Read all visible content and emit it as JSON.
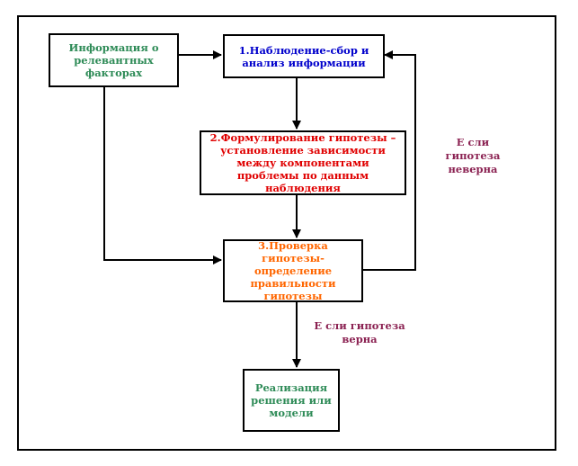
{
  "nodes": {
    "info": {
      "text": "Информация о релевантных факторах"
    },
    "step1": {
      "text": "1.Наблюдение-сбор и анализ информации"
    },
    "step2": {
      "text": "2.Формулирование гипотезы – установление зависимости между компонентами проблемы по данным наблюдения"
    },
    "step3": {
      "text": "3.Проверка гипотезы- определение правильности гипотезы"
    },
    "result": {
      "text": "Реализация решения или модели"
    }
  },
  "labels": {
    "false_branch": "Е сли гипотеза неверна",
    "true_branch": "Е сли гипотеза верна"
  },
  "colors": {
    "info": "#2e8b57",
    "step1": "#0000cc",
    "step2": "#e00000",
    "step3": "#ff6600",
    "result": "#2e8b57",
    "branch_labels": "#8b2252"
  }
}
